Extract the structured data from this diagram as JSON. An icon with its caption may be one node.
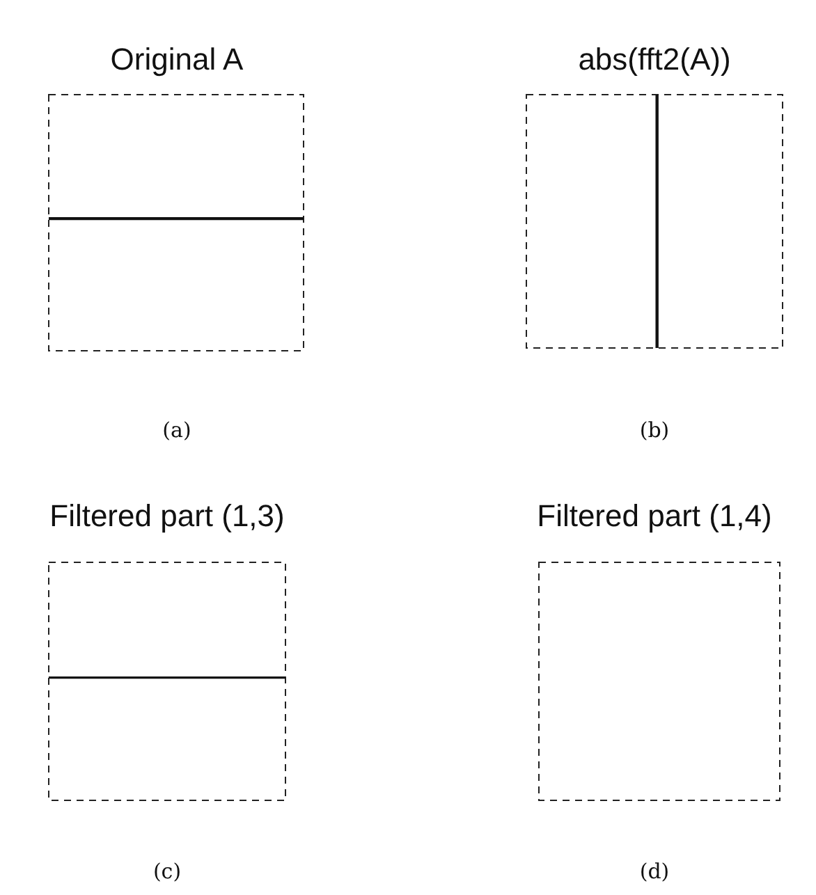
{
  "diagram": {
    "nodes": [
      {
        "text": [
          "Original A"
        ],
        "beside": [
          "(a)"
        ]
      },
      {
        "text": [
          "abs(fft2(A))"
        ],
        "beside": [
          "(b)"
        ]
      },
      {
        "text": [
          "Filtered part (1,3)"
        ],
        "beside": [
          "(c)"
        ]
      },
      {
        "text": [
          "Filtered part (1,4)"
        ],
        "beside": [
          "(d)"
        ]
      }
    ],
    "edges": []
  }
}
